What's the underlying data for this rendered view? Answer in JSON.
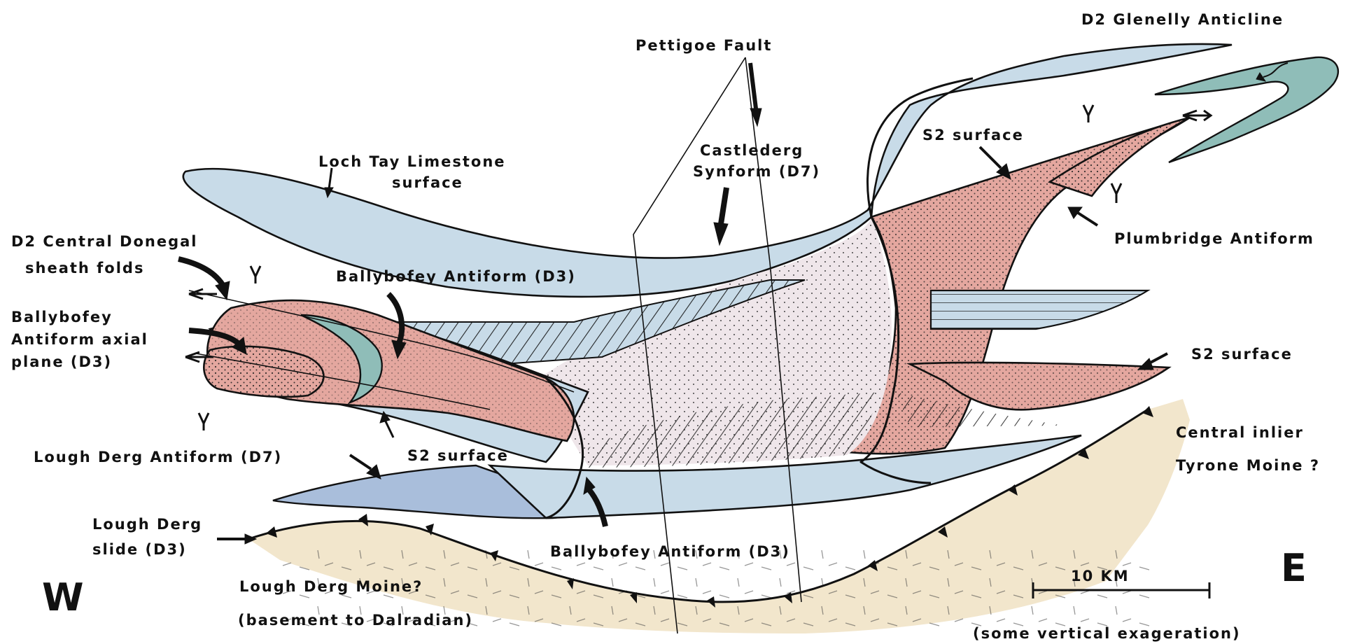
{
  "labels": {
    "glenelly": "D2 Glenelly Anticline",
    "pettigoe": "Pettigoe Fault",
    "castlederg_1": "Castlederg",
    "castlederg_2": "Synform (D7)",
    "loch_tay_1": "Loch Tay Limestone",
    "loch_tay_2": "surface",
    "s2_top": "S2 surface",
    "plumbridge": "Plumbridge Antiform",
    "d2_central_1": "D2 Central Donegal",
    "d2_central_2": "sheath folds",
    "ballybofey_top": "Ballybofey Antiform (D3)",
    "ballybofey_axial_1": "Ballybofey",
    "ballybofey_axial_2": "Antiform axial",
    "ballybofey_axial_3": "plane (D3)",
    "s2_right": "S2 surface",
    "central_inlier_1": "Central inlier",
    "central_inlier_2": "Tyrone Moine ?",
    "lough_derg_antiform": "Lough Derg Antiform (D7)",
    "s2_mid": "S2 surface",
    "lough_derg_slide_1": "Lough Derg",
    "lough_derg_slide_2": "slide (D3)",
    "ballybofey_bottom": "Ballybofey Antiform (D3)",
    "lough_derg_moine": "Lough Derg Moine?",
    "basement": "(basement to Dalradian)",
    "west": "W",
    "east": "E",
    "scale": "10 KM",
    "exaggeration": "(some vertical exageration)"
  },
  "colors": {
    "limestone_blue": "#c8dbe8",
    "deep_blue": "#a9bedb",
    "s2_red": "#e4a79f",
    "glenelly_green": "#8fbdb8",
    "basement_tan": "#f2e6cc"
  }
}
